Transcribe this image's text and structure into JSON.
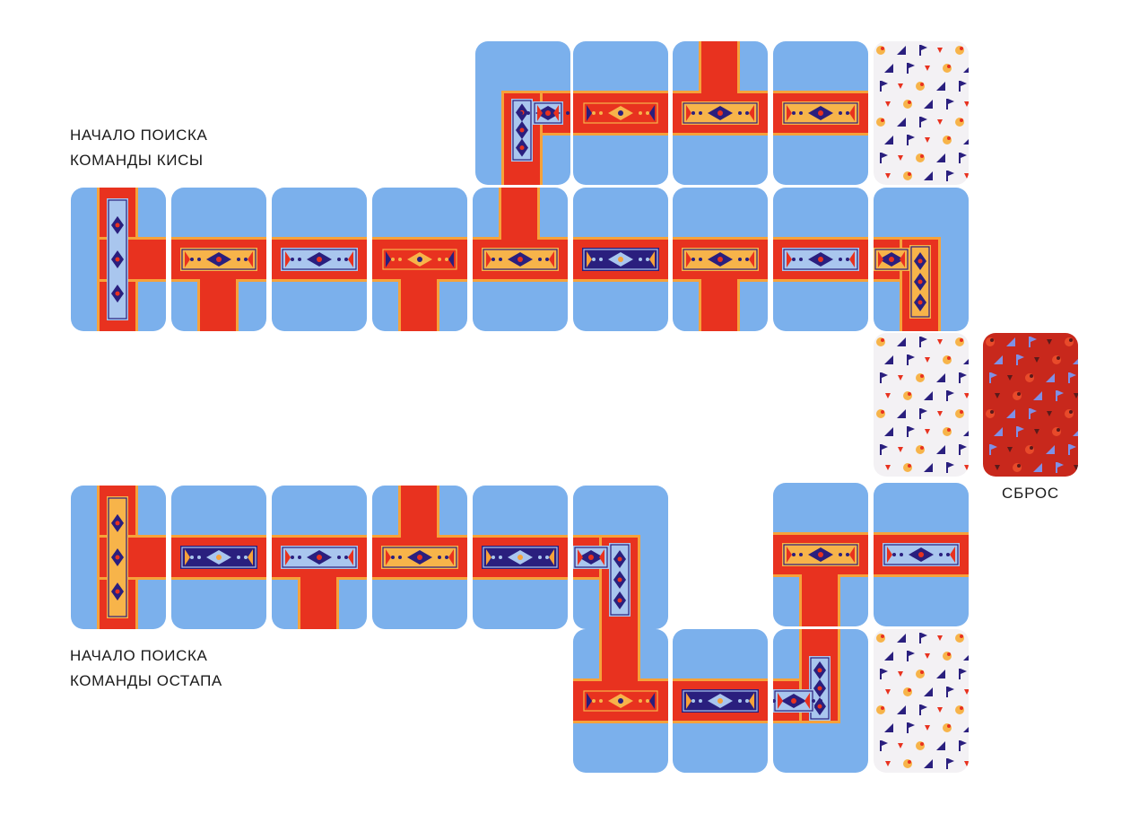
{
  "labels": {
    "kisa_line1": "НАЧАЛО ПОИСКА",
    "kisa_line2": "КОМАНДЫ КИСЫ",
    "ostap_line1": "НАЧАЛО ПОИСКА",
    "ostap_line2": "КОМАНДЫ ОСТАПА",
    "reset": "СБРОС"
  },
  "colors": {
    "sky": "#7bb0ec",
    "road": "#e8321f",
    "edge": "#f6a23a",
    "carpet_light": "#a9c6ee",
    "carpet_navy": "#2a1f7e",
    "carpet_gold": "#f7b44a",
    "back_light": "#f3f1f4",
    "back_red": "#c8281c"
  },
  "tiles": [
    {
      "kind": "path",
      "shape": "corner-right-down",
      "carpet": "light"
    },
    {
      "kind": "path",
      "shape": "straight-h",
      "carpet": "red"
    },
    {
      "kind": "path",
      "shape": "t-up",
      "carpet": "gold"
    },
    {
      "kind": "path",
      "shape": "straight-h",
      "carpet": "gold"
    },
    {
      "kind": "back",
      "variant": "light"
    },
    {
      "kind": "path",
      "shape": "t-right",
      "carpet": "light"
    },
    {
      "kind": "path",
      "shape": "t-down",
      "carpet": "gold"
    },
    {
      "kind": "path",
      "shape": "straight-h",
      "carpet": "light"
    },
    {
      "kind": "path",
      "shape": "t-down",
      "carpet": "red"
    },
    {
      "kind": "path",
      "shape": "t-up",
      "carpet": "gold"
    },
    {
      "kind": "path",
      "shape": "straight-h",
      "carpet": "navy"
    },
    {
      "kind": "path",
      "shape": "t-down",
      "carpet": "gold"
    },
    {
      "kind": "path",
      "shape": "straight-h",
      "carpet": "light"
    },
    {
      "kind": "path",
      "shape": "corner-left-down",
      "carpet": "gold"
    },
    {
      "kind": "back",
      "variant": "light"
    },
    {
      "kind": "back",
      "variant": "red"
    },
    {
      "kind": "path",
      "shape": "t-right",
      "carpet": "gold"
    },
    {
      "kind": "path",
      "shape": "straight-h",
      "carpet": "navy"
    },
    {
      "kind": "path",
      "shape": "t-down",
      "carpet": "light"
    },
    {
      "kind": "path",
      "shape": "t-up",
      "carpet": "gold"
    },
    {
      "kind": "path",
      "shape": "straight-h",
      "carpet": "navy"
    },
    {
      "kind": "path",
      "shape": "corner-left-down",
      "carpet": "light"
    },
    {
      "kind": "path",
      "shape": "t-down",
      "carpet": "gold"
    },
    {
      "kind": "path",
      "shape": "straight-h",
      "carpet": "light"
    },
    {
      "kind": "path",
      "shape": "t-up",
      "carpet": "red"
    },
    {
      "kind": "path",
      "shape": "straight-h",
      "carpet": "navy"
    },
    {
      "kind": "path",
      "shape": "corner-left-up",
      "carpet": "light"
    },
    {
      "kind": "back",
      "variant": "light"
    }
  ]
}
